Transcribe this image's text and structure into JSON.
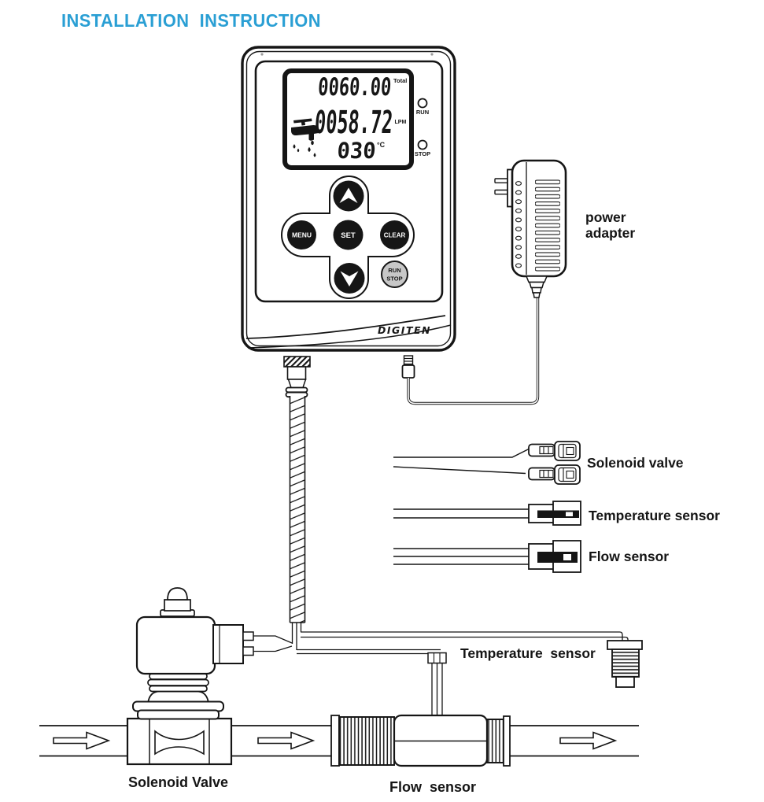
{
  "title": "INSTALLATION  INSTRUCTION",
  "colors": {
    "title": "#2a9fd4",
    "run_stop_fill": "#c7c7c7"
  },
  "device": {
    "brand": "DIGITEN",
    "lcd": {
      "total_value": "0060.00",
      "total_label": "Total",
      "flow_value": "0058.72",
      "flow_unit": "LPM",
      "temp_value": "030",
      "temp_unit": "°C"
    },
    "indicators": {
      "run": "RUN",
      "stop": "STOP"
    },
    "buttons": {
      "menu": "MENU",
      "set": "SET",
      "clear": "CLEAR",
      "run": "RUN",
      "stop": "STOP"
    }
  },
  "callouts": {
    "power_adapter_line1": "power",
    "power_adapter_line2": "adapter",
    "solenoid_valve_cable": "Solenoid valve",
    "temperature_sensor_cable": "Temperature sensor",
    "flow_sensor_cable": "Flow sensor",
    "temperature_sensor_inline": "Temperature  sensor",
    "solenoid_valve_inline": "Solenoid Valve",
    "flow_sensor_inline": "Flow  sensor"
  }
}
